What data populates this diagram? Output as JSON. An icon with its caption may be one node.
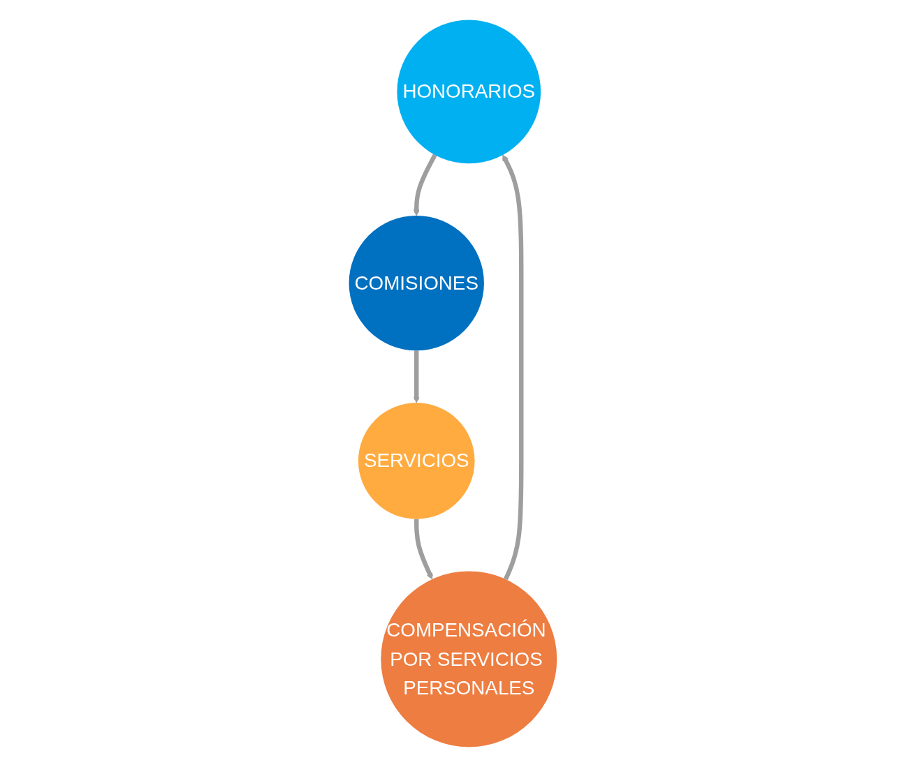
{
  "diagram": {
    "nodes": [
      {
        "text": [
          "HONORARIOS"
        ]
      },
      {
        "text": [
          "COMISIONES"
        ]
      },
      {
        "text": [
          "SERVICIOS"
        ]
      },
      {
        "text": [
          "COMPENSACIÓN POR SERVICIOS PERSONALES"
        ]
      }
    ],
    "edges": [
      {
        "from": 0,
        "to": 1,
        "arrow": "to"
      },
      {
        "from": 1,
        "to": 2,
        "arrow": "to"
      },
      {
        "from": 2,
        "to": 3,
        "arrow": "to"
      },
      {
        "from": 3,
        "to": 0,
        "arrow": "to"
      }
    ]
  }
}
